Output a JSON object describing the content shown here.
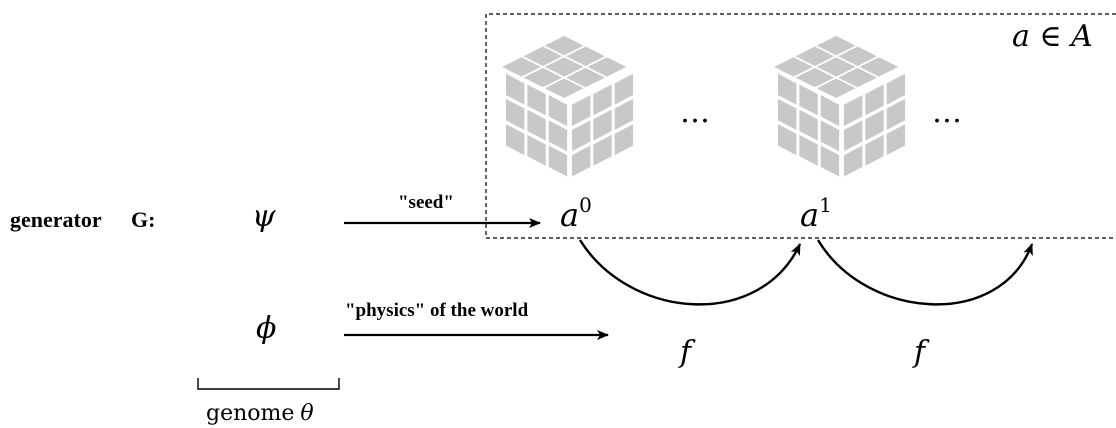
{
  "labels": {
    "generator": "generator",
    "generator_symbol": "G:",
    "psi": "ψ",
    "phi": "ϕ",
    "seed": "\"seed\"",
    "physics": "\"physics\" of the world",
    "genome": "genome",
    "theta": "θ",
    "set_label": "a ∈ A",
    "state_var": "a",
    "state_0_superscript": "0",
    "state_1_superscript": "1",
    "ellipsis_1": "…",
    "ellipsis_2": "…",
    "transition_1": "f",
    "transition_2": "f"
  },
  "colors": {
    "cube": "#c8c8c8",
    "line": "#000000",
    "dashed_box": "#000000"
  }
}
